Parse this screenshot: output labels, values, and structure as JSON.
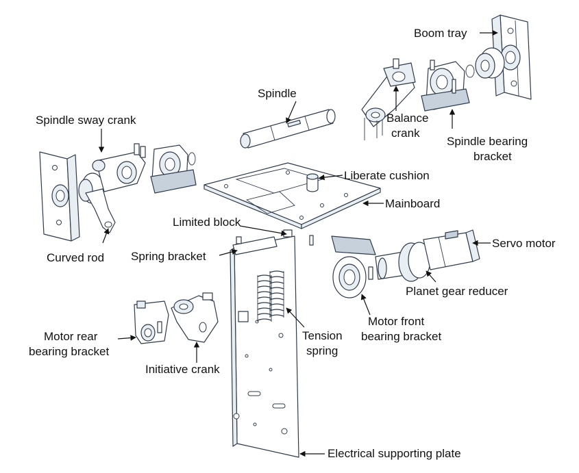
{
  "labels": {
    "boom_tray": "Boom tray",
    "spindle": "Spindle",
    "spindle_sway_crank": "Spindle sway crank",
    "balance_crank_1": "Balance",
    "balance_crank_2": "crank",
    "spindle_bearing_bracket_1": "Spindle bearing",
    "spindle_bearing_bracket_2": "bracket",
    "liberate_cushion": "Liberate cushion",
    "mainboard": "Mainboard",
    "limited_block": "Limited block",
    "curved_rod": "Curved rod",
    "spring_bracket": "Spring bracket",
    "servo_motor": "Servo motor",
    "planet_gear_reducer": "Planet gear reducer",
    "motor_front_bearing_bracket_1": "Motor front",
    "motor_front_bearing_bracket_2": "bearing bracket",
    "tension_spring_1": "Tension",
    "tension_spring_2": "spring",
    "motor_rear_bearing_bracket_1": "Motor rear",
    "motor_rear_bearing_bracket_2": "bearing bracket",
    "initiative_crank": "Initiative crank",
    "electrical_supporting_plate": "Electrical supporting plate"
  }
}
